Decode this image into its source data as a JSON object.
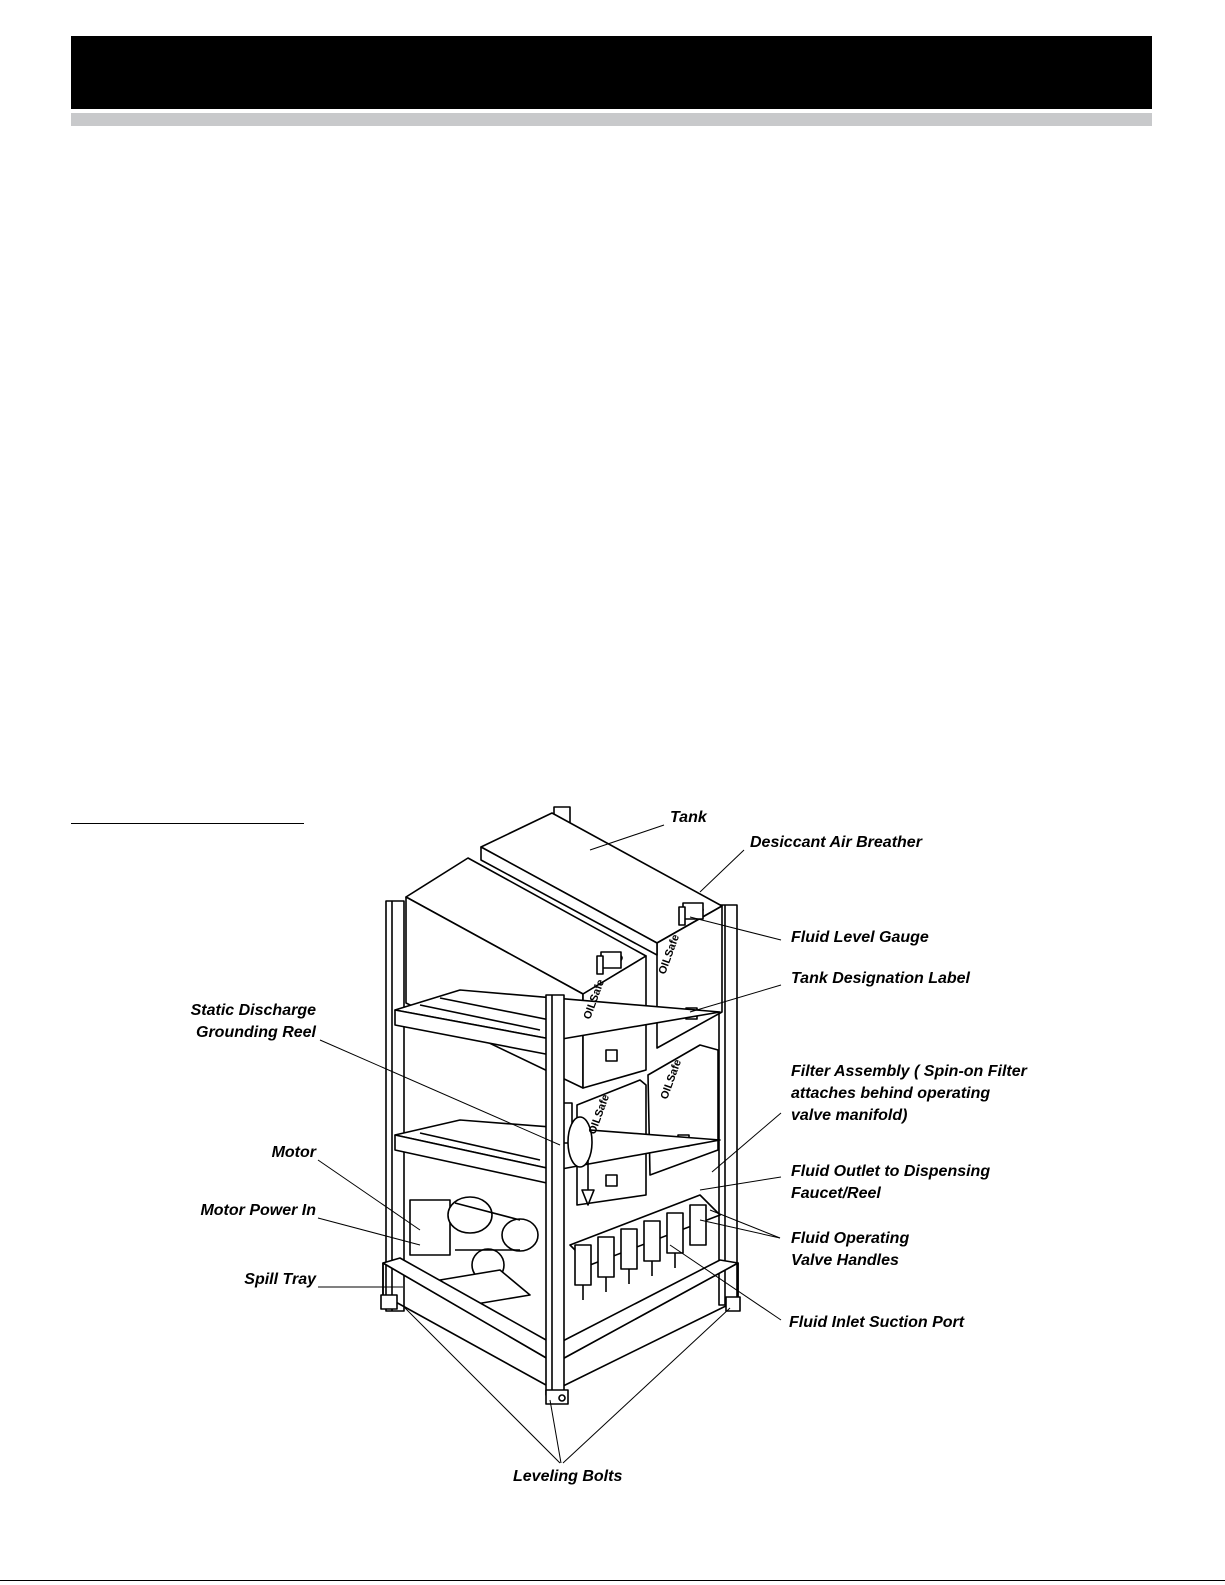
{
  "colors": {
    "header": "#000000",
    "rule": "#c8c9cb",
    "ink": "#000000"
  },
  "callouts": {
    "tank": "Tank",
    "desiccant": "Desiccant Air Breather",
    "level_gauge": "Fluid Level Gauge",
    "designation": "Tank Designation Label",
    "static_1": "Static Discharge",
    "static_2": "Grounding Reel",
    "filter_1": "Filter Assembly ( Spin-on Filter",
    "filter_2": "attaches behind operating",
    "filter_3": "valve manifold)",
    "outlet_1": "Fluid Outlet to Dispensing",
    "outlet_2": "Faucet/Reel",
    "motor": "Motor",
    "motor_power": "Motor Power In",
    "valve_1": "Fluid  Operating",
    "valve_2": "Valve Handles",
    "spill_tray": "Spill Tray",
    "inlet": "Fluid Inlet Suction Port",
    "leveling": "Leveling Bolts"
  },
  "tank_logo": "OILSafe"
}
